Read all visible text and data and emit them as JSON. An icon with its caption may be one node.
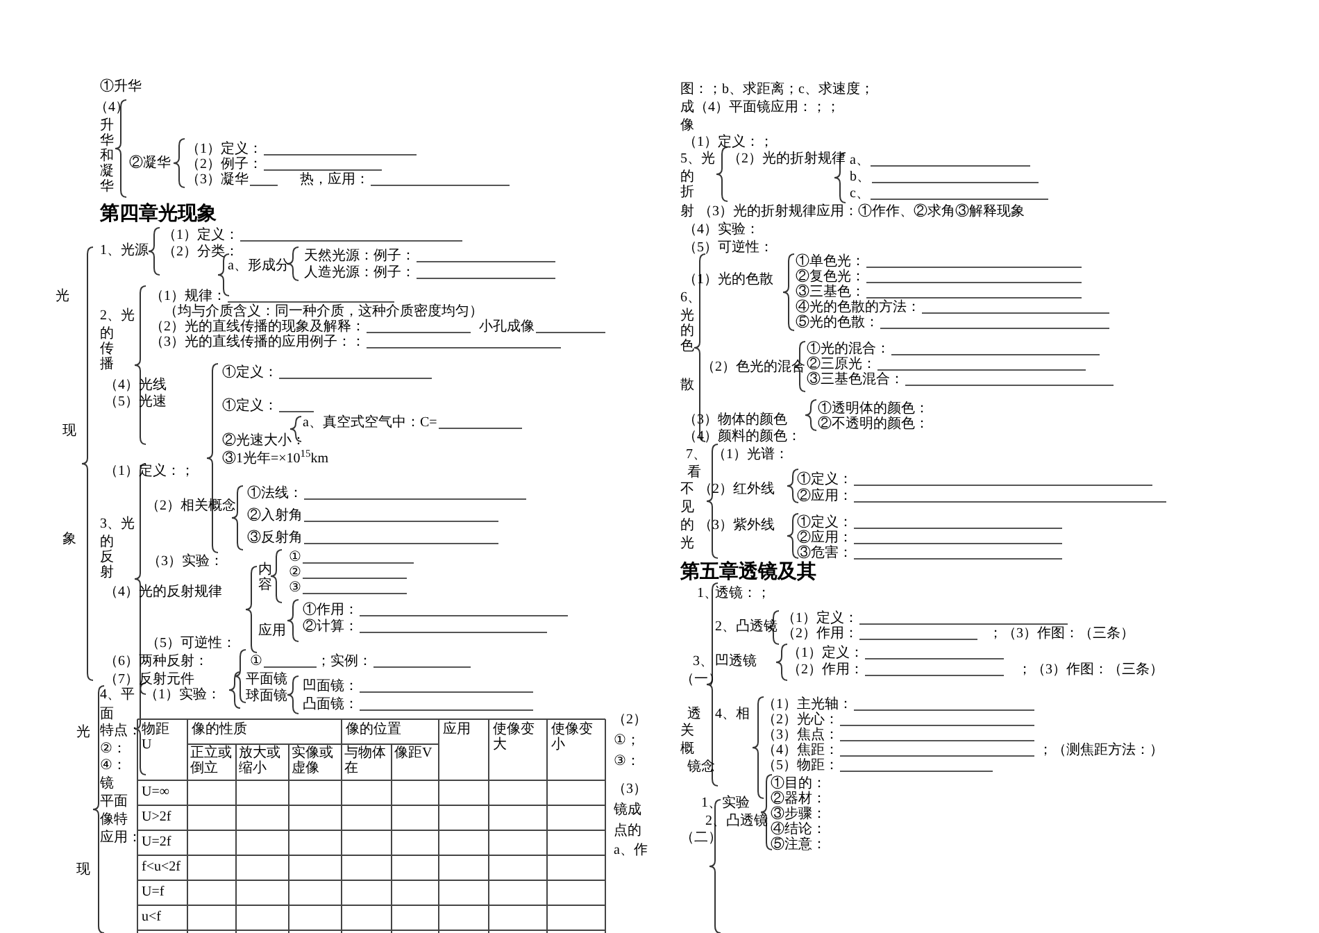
{
  "diagram": {
    "labels": [
      "①升华",
      "（4）",
      "升华和凝华",
      "②凝华",
      "（1）定义：",
      "（2）例子：",
      "（3）凝华",
      "热，应用：",
      "第四章光现象",
      "1、光源",
      "（1）定义：",
      "（2）分类：",
      "a、形成分",
      "天然光源：例子：",
      "人造光源：例子：",
      "光",
      "2、光",
      "的传播",
      "（1）规律：",
      "（均与介质含义：同一种介质，这种介质密度均匀）",
      "（2）光的直线传播的现象及解释：",
      "小孔成像",
      "（3）光的直线传播的应用例子：：",
      "（4）光线",
      "（5）光速",
      "①定义：",
      "①定义：",
      "a、真空式空气中：C=",
      "②光速大小：",
      "③1光年=×10$^{15}$km",
      "现",
      "（1）定义：；",
      "（2）相关概念",
      "①法线：",
      "②入射角",
      "象",
      "③反射角",
      "3、光",
      "的反射",
      "（3）实验：",
      "内容",
      "①",
      "②",
      "③",
      "（4）光的反射规律",
      "应用",
      "①作用：",
      "②计算：",
      "（5）可逆性：",
      "（6）两种反射：",
      "①",
      "；实例：",
      "（7）反射元件",
      "平面镜",
      "球面镜",
      "凹面镜：",
      "凸面镜：",
      "4、平",
      "（1）实验：",
      "面",
      "特点：",
      "②：",
      "④：",
      "镜",
      "平面",
      "像特",
      "应用：",
      "光",
      "现",
      "物距U",
      "像的性质",
      "像的位置",
      "应用",
      "使像变大",
      "使像变小",
      "正立或倒立",
      "放大或缩小",
      "实像或虚像",
      "与物体在",
      "像距V",
      "U=∞",
      "U>2f",
      "U=2f",
      "f<u<2f",
      "U=f",
      "u<f",
      "（2）",
      "①；",
      "③：",
      "（3）",
      "镜成",
      "点的",
      "a、作",
      "图：；b、求距离；c、求速度；",
      "成（4）平面镜应用：；；",
      "像",
      "（1）定义：；",
      "5、光",
      "（2）光的折射规律",
      "的折",
      "射",
      "（3）光的折射规律应用：①作作、②求角③解释现象",
      "a、",
      "b、",
      "c、",
      "（4）实验：",
      "（5）可逆性：",
      "（1）光的色散",
      "6、",
      "光的色",
      "散",
      "①单色光：",
      "②复色光：",
      "③三基色：",
      "④光的色散的方法：",
      "⑤光的色散：",
      "（2）色光的混合",
      "①光的混合：",
      "②三原光：",
      "③三基色混合：",
      "（3）物体的颜色",
      "（4）颜料的颜色：",
      "①透明体的颜色：",
      "②不透明的颜色：",
      "7、",
      "（1）光谱：",
      "看",
      "不",
      "（2）",
      "红外线",
      "见",
      "的",
      "（3）",
      "紫外线",
      "光",
      "①定义：",
      "②应用：",
      "①定义：",
      "②应用：",
      "③危害：",
      "第五章透镜及其",
      "1、",
      "透镜：；",
      "2、凸透镜",
      "（1）定义：",
      "（2）作用：",
      "；（3）作图：（三条）",
      "3、",
      "凹透镜",
      "（一）",
      "（1）定义：",
      "（2）作用：",
      "；（3）作图：（三条）",
      "透",
      "4、相",
      "关",
      "概",
      "镜念",
      "（1）主光轴：",
      "（2）光心：",
      "（3）焦点：",
      "（4）焦距：",
      "；（测焦距方法：）",
      "（5）物距：",
      "①目的：",
      "②器材：",
      "③步骤：",
      "④结论：",
      "⑤注意：",
      "1、实验",
      "2、凸透镜",
      "（二）"
    ]
  }
}
